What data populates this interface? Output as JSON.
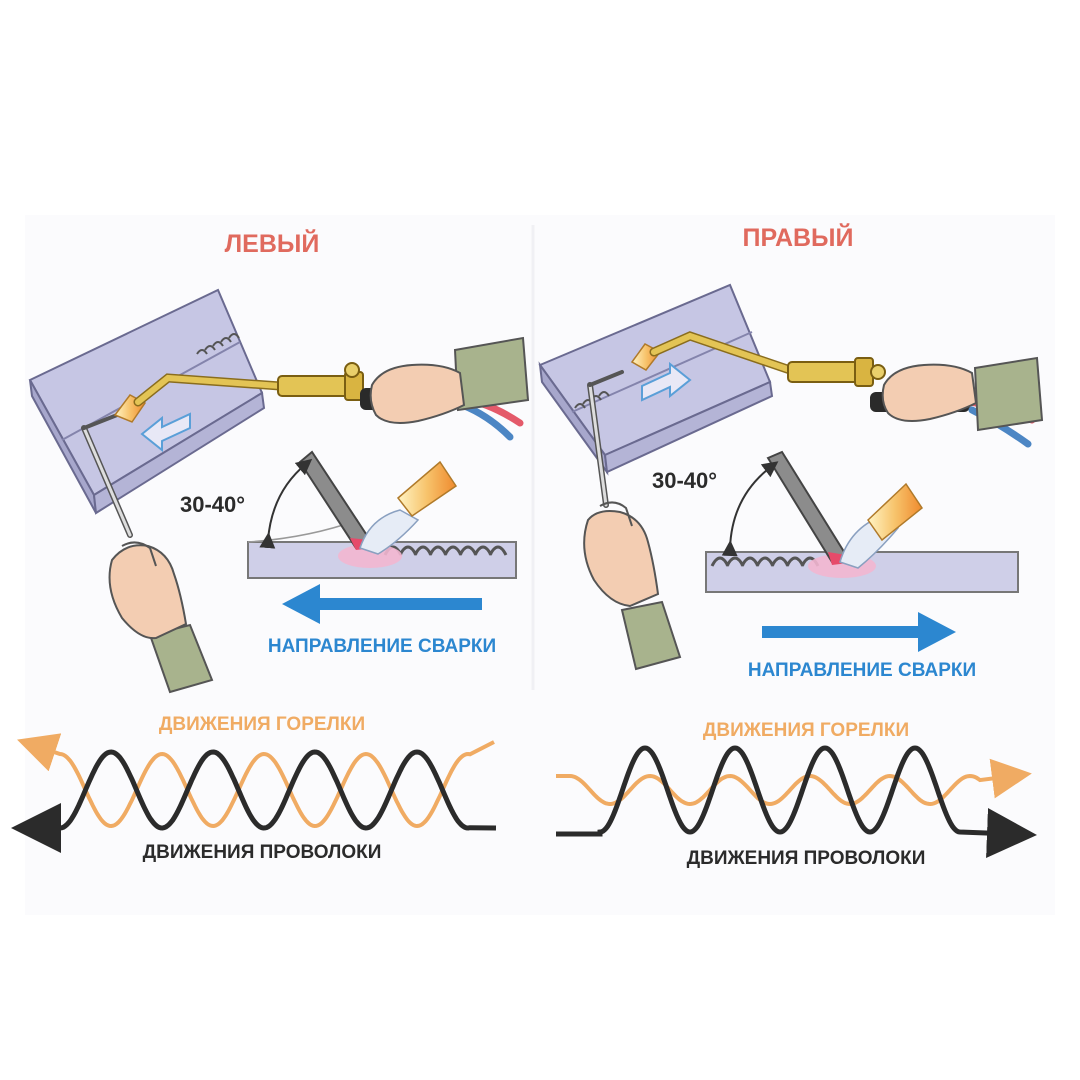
{
  "left_panel": {
    "title": "ЛЕВЫЙ",
    "angle_label": "30-40°",
    "direction_label": "НАПРАВЛЕНИЕ СВАРКИ",
    "torch_motion_label": "ДВИЖЕНИЯ ГОРЕЛКИ",
    "wire_motion_label": "ДВИЖЕНИЯ ПРОВОЛОКИ"
  },
  "right_panel": {
    "title": "ПРАВЫЙ",
    "angle_label": "30-40°",
    "direction_label": "НАПРАВЛЕНИЕ СВАРКИ",
    "torch_motion_label": "ДВИЖЕНИЯ ГОРЕЛКИ",
    "wire_motion_label": "ДВИЖЕНИЯ ПРОВОЛОКИ"
  },
  "colors": {
    "title": "#e06a5e",
    "direction": "#2c87d0",
    "torch_wave": "#f0ab63",
    "wire_wave": "#2b2b2b",
    "plate": "#c6c6e4",
    "brass": "#e3c455",
    "sleeve": "#a8b38d",
    "skin": "#f3cdb2"
  }
}
